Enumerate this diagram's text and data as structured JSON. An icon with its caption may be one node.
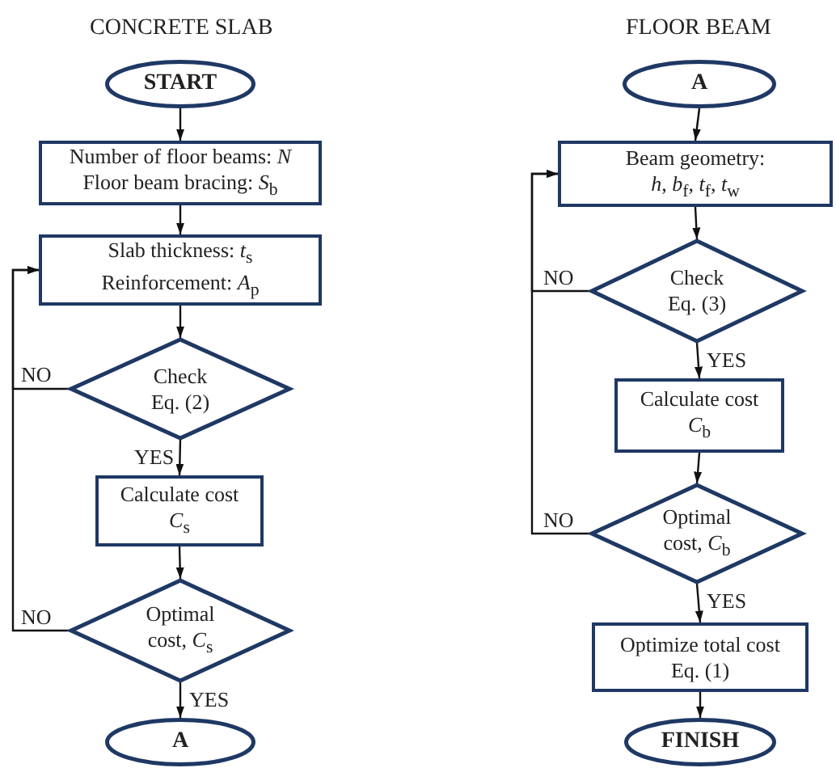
{
  "diagram": {
    "nodes": [
      {
        "text": [
          "START"
        ]
      },
      {
        "text": [
          "Number of floor beams: *N*",
          "Floor beam bracing: *S*$_{b}$"
        ]
      },
      {
        "text": [
          "Slab thickness: *t*$_{s}$",
          "Reinforcement: *A*$_{p}$"
        ]
      },
      {
        "text": [
          "Check Eq. (2)"
        ]
      },
      {
        "text": [
          "Calculate cost",
          "*C*$_{s}$"
        ]
      },
      {
        "text": [
          "Optimal cost, *C*$_{s}$"
        ]
      },
      {
        "text": [
          "A"
        ]
      },
      {
        "text": [
          "A"
        ]
      },
      {
        "text": [
          "Beam geometry:",
          "*h*, *b*$_{f}$, *t*$_{f}$, *t*$_{w}$"
        ]
      },
      {
        "text": [
          "Check Eq. (3)"
        ]
      },
      {
        "text": [
          "Calculate cost",
          "*C*$_{b}$"
        ]
      },
      {
        "text": [
          "Optimal cost, *C*$_{b}$"
        ]
      },
      {
        "text": [
          "Optimize total cost",
          "Eq. (1)"
        ]
      },
      {
        "text": [
          "FINISH"
        ]
      }
    ],
    "edges": [
      {
        "from": 0,
        "to": 1,
        "arrow": "to"
      },
      {
        "from": 1,
        "to": 2,
        "arrow": "to"
      },
      {
        "from": 2,
        "to": 3,
        "arrow": "to"
      },
      {
        "from": 3,
        "to": 4,
        "arrow": "to",
        "label": "YES"
      },
      {
        "from": 4,
        "to": 5,
        "arrow": "to"
      },
      {
        "from": 5,
        "to": 6,
        "arrow": "to",
        "label": "YES"
      },
      {
        "from": 3,
        "to": 2,
        "arrow": "to",
        "label": "NO"
      },
      {
        "from": 5,
        "to": 2,
        "arrow": "to",
        "label": "NO"
      },
      {
        "from": 7,
        "to": 8,
        "arrow": "to"
      },
      {
        "from": 8,
        "to": 9,
        "arrow": "to"
      },
      {
        "from": 9,
        "to": 10,
        "arrow": "to",
        "label": "YES"
      },
      {
        "from": 10,
        "to": 11,
        "arrow": "to"
      },
      {
        "from": 11,
        "to": 12,
        "arrow": "to",
        "label": "YES"
      },
      {
        "from": 12,
        "to": 13,
        "arrow": "to"
      },
      {
        "from": 9,
        "to": 8,
        "arrow": "to",
        "label": "NO"
      },
      {
        "from": 11,
        "to": 8,
        "arrow": "to",
        "label": "NO"
      }
    ],
    "labels": [
      "CONCRETE SLAB",
      "FLOOR BEAM"
    ]
  }
}
